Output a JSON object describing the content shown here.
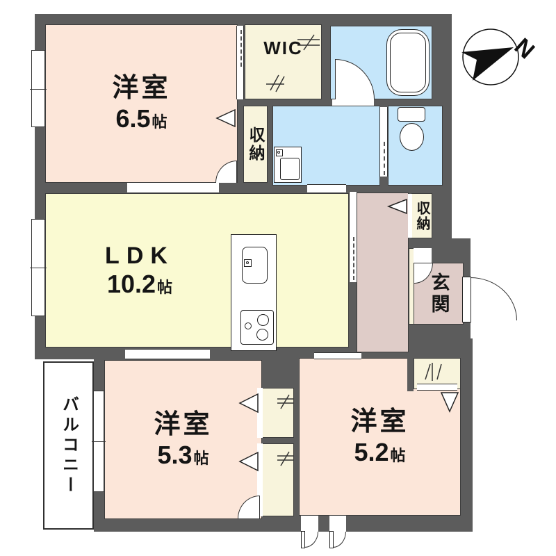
{
  "plan": {
    "rooms": {
      "bedroom_top": {
        "name": "洋室",
        "size": "6.5",
        "unit": "帖"
      },
      "wic": {
        "name": "WIC"
      },
      "closet_top": {
        "name": "収納"
      },
      "ldk": {
        "name": "LDK",
        "size": "10.2",
        "unit": "帖"
      },
      "closet_hall": {
        "name": "収納"
      },
      "genkan": {
        "name": "玄関"
      },
      "bedroom_left": {
        "name": "洋室",
        "size": "5.3",
        "unit": "帖"
      },
      "bedroom_right": {
        "name": "洋室",
        "size": "5.2",
        "unit": "帖"
      },
      "balcony": {
        "name": "バルコニー"
      }
    },
    "compass": {
      "label": "N"
    },
    "colors": {
      "wall": "#5c5c5c",
      "bedroom": "#fce6d9",
      "ldk": "#fafad2",
      "wet": "#c5e6fa",
      "closet": "#f8f4dc",
      "hall": "#dfccc8"
    }
  }
}
